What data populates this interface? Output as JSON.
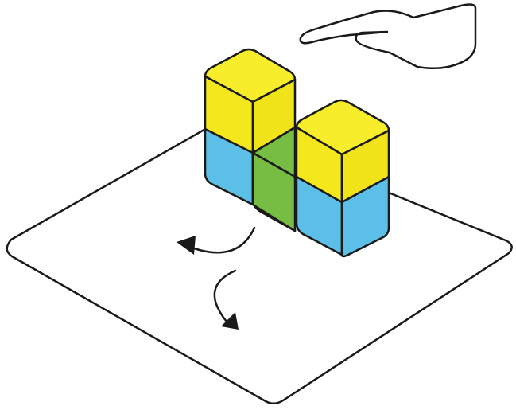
{
  "colors": {
    "background": "#ffffff",
    "outline": "#1a1a1a",
    "cube_yellow_front": "#f4e81c",
    "cube_yellow_top": "#f7ed2a",
    "cube_yellow_side": "#f0e31a",
    "cube_blue": "#5bbfe8",
    "cube_green": "#77bd43",
    "mat": "#ffffff"
  },
  "scene": {
    "objects": [
      {
        "name": "turntable-mat",
        "icon": "square-base"
      },
      {
        "name": "cube-stack",
        "cubes": [
          "yellow",
          "blue",
          "green",
          "yellow",
          "blue"
        ]
      },
      {
        "name": "hand-icon",
        "icon": "flat-hand"
      },
      {
        "name": "rotate-arrow-left",
        "icon": "curved-arrow-left"
      },
      {
        "name": "rotate-arrow-right",
        "icon": "curved-arrow-right"
      }
    ]
  }
}
